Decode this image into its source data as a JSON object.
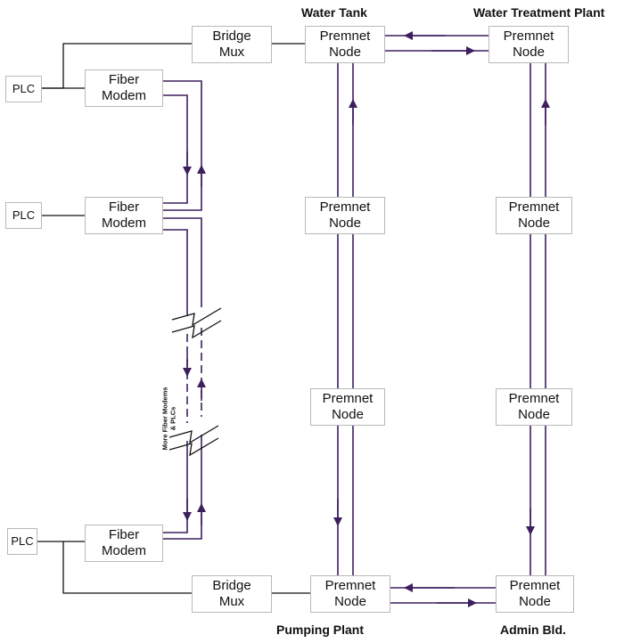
{
  "sites": {
    "water_tank": "Water Tank",
    "water_treatment_plant": "Water Treatment Plant",
    "pumping_plant": "Pumping Plant",
    "admin_bld": "Admin Bld."
  },
  "node_label": [
    "Premnet",
    "Node"
  ],
  "bridge_mux_label": [
    "Bridge",
    "Mux"
  ],
  "fiber_modem_label": [
    "Fiber",
    "Modem"
  ],
  "plc_label": "PLC",
  "break_label": [
    "More Fiber Modems",
    "& PLCs"
  ],
  "colors": {
    "fiber": "#3d1f5e",
    "copper": "#111111",
    "box_border": "#b9b9b9"
  }
}
